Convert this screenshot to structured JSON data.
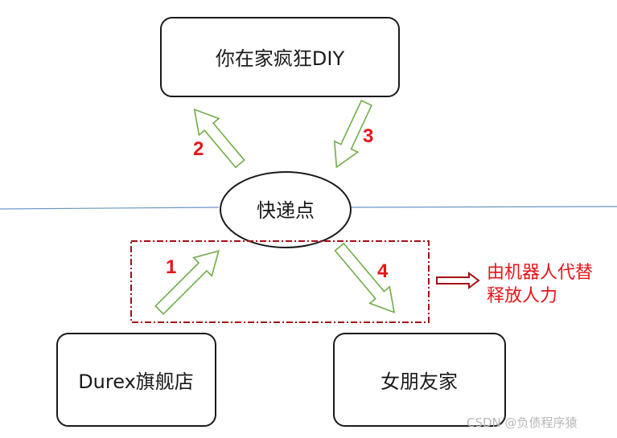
{
  "nodes": {
    "top": "你在家疯狂DIY",
    "center": "快递点",
    "store": "Durex旗舰店",
    "girlfriend": "女朋友家"
  },
  "steps": {
    "s1": "1",
    "s2": "2",
    "s3": "3",
    "s4": "4"
  },
  "annotation": {
    "line1": "由机器人代替",
    "line2": "释放人力"
  },
  "watermark": "CSDN @负债程序猿",
  "colors": {
    "arrow_stroke": "#70ad47",
    "step_label": "#e8141a",
    "dashed_box": "#a50f15",
    "divider": "#2e75b6"
  }
}
